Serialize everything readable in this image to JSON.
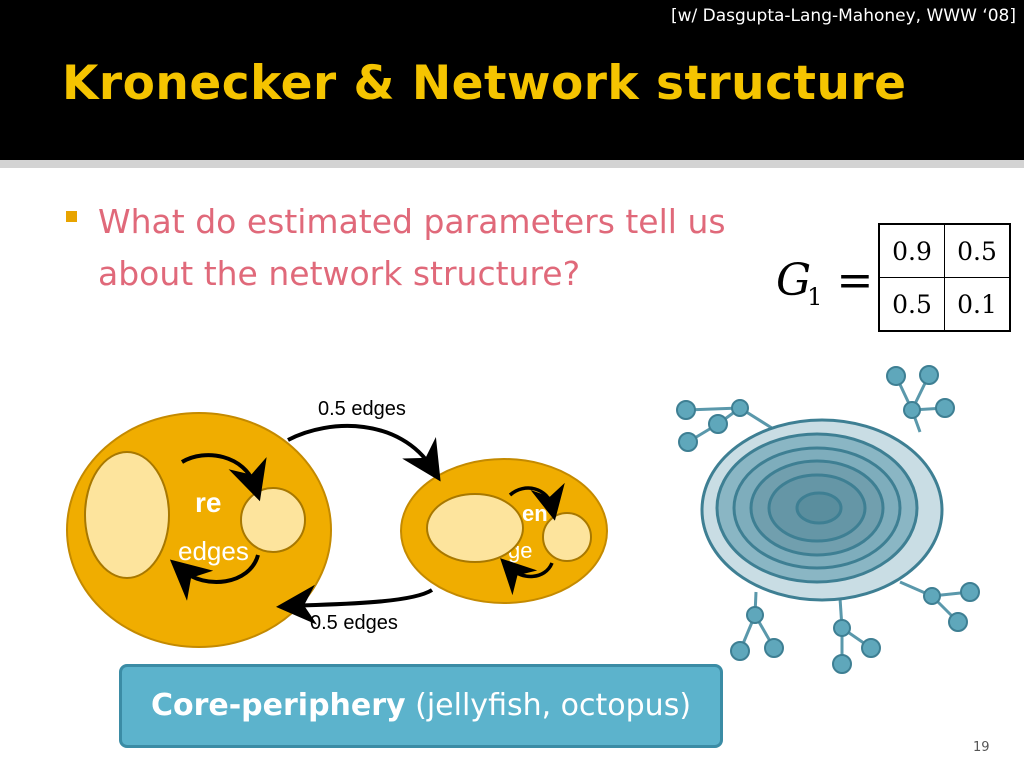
{
  "header": {
    "citation": "[w/ Dasgupta-Lang-Mahoney, WWW ‘08]",
    "title": "Kronecker & Network structure"
  },
  "bullet": {
    "text": "What do estimated parameters tell us about the network structure?"
  },
  "formula": {
    "variable": "G",
    "subscript": "1",
    "equals": "="
  },
  "matrix": [
    [
      "0.9",
      "0.5"
    ],
    [
      "0.5",
      "0.1"
    ]
  ],
  "diagram": {
    "top_arrow_label": "0.5 edges",
    "bottom_arrow_label": "0.5 edges",
    "core_label_fragment": "re",
    "core_edges_fragment": "edges",
    "periphery_label_fragment": "en",
    "periphery_edges_fragment": "ge"
  },
  "callout": {
    "bold": "Core-periphery",
    "rest": " (jellyfish, octopus)"
  },
  "slide_number": "19",
  "colors": {
    "title": "#f5c400",
    "bullet_text": "#e0697a",
    "node_fill": "#f0ad00",
    "inner_node_fill": "#fde49d",
    "jellyfish": "#5a98ab",
    "callout_fill": "#5cb3cc"
  }
}
